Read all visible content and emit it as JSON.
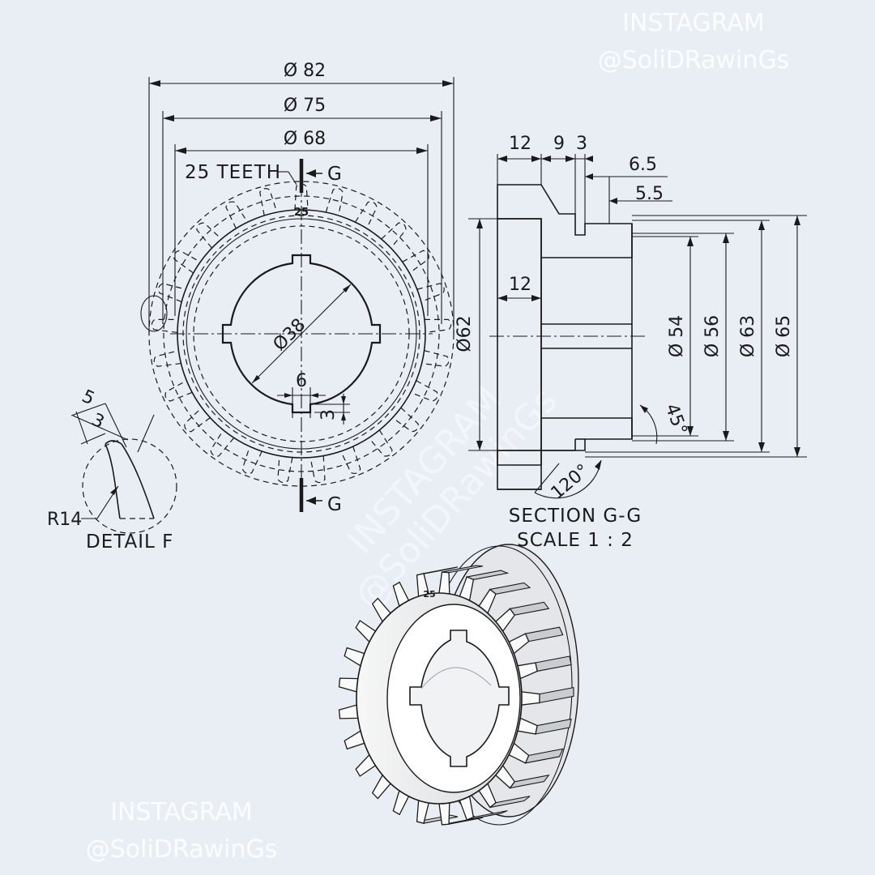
{
  "watermark": {
    "top_line1": "INSTAGRAM",
    "top_line2": "@SoliDRawinGs",
    "bottom_line1": "INSTAGRAM",
    "bottom_line2": "@SoliDRawinGs",
    "center_line1": "INSTAGRAM",
    "center_line2": "@SoliDRawinGs"
  },
  "front_view": {
    "dia_outer": "Ø 82",
    "dia_mid": "Ø 75",
    "dia_root": "Ø 68",
    "teeth_note": "25 TEETH",
    "section_mark_top": "G",
    "section_mark_bottom": "G",
    "bore_dia": "Ø38",
    "hub_dia": "Ø62",
    "keyway_width": "6",
    "keyway_depth": "3",
    "tooth_number": "25"
  },
  "detail": {
    "dim_outer": "5",
    "dim_inner": "3",
    "radius": "R14",
    "title": "DETAIL F"
  },
  "section": {
    "width_flange": "12",
    "width_gap": "9",
    "width_groove": "3",
    "offset_1": "6.5",
    "offset_2": "5.5",
    "bore_length": "12",
    "dia_54": "Ø 54",
    "dia_56": "Ø 56",
    "dia_63": "Ø 63",
    "dia_65": "Ø 65",
    "angle_45": "45°",
    "angle_120": "120°",
    "title": "SECTION G-G",
    "scale": "SCALE 1 : 2"
  },
  "iso_view": {
    "tooth_number": "25"
  },
  "colors": {
    "background": "#e9eef5",
    "line": "#1a1a1a",
    "watermark": "#ffffff"
  }
}
